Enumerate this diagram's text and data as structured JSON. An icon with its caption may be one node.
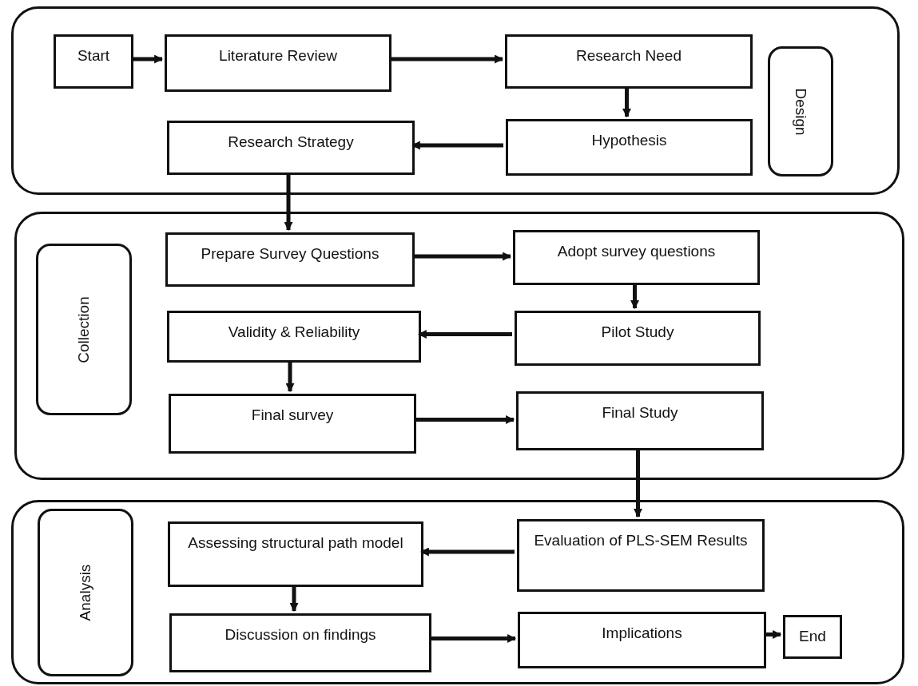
{
  "diagram": {
    "nodes": [
      {
        "text": [],
        "shape": "box"
      },
      {
        "text": [
          "Start"
        ],
        "in": 0
      },
      {
        "text": [
          "Literature Review"
        ],
        "in": 0
      },
      {
        "text": [
          "Research Need"
        ],
        "in": 0
      },
      {
        "text": [
          "Design"
        ],
        "in": 0
      },
      {
        "text": [
          "Research Strategy"
        ],
        "in": 0
      },
      {
        "text": [
          "Hypothesis"
        ],
        "in": 0
      },
      {
        "text": [],
        "shape": "box"
      },
      {
        "text": [
          "Collection"
        ],
        "in": 7
      },
      {
        "text": [
          "Prepare Survey Questions"
        ],
        "in": 7
      },
      {
        "text": [
          "Adopt survey questions"
        ],
        "in": 7
      },
      {
        "text": [
          "Validity & Reliability"
        ],
        "in": 7
      },
      {
        "text": [
          "Pilot Study"
        ],
        "in": 7
      },
      {
        "text": [
          "Final survey"
        ],
        "in": 7
      },
      {
        "text": [
          "Final Study"
        ],
        "in": 7
      },
      {
        "text": [],
        "shape": "box"
      },
      {
        "text": [
          "Analysis"
        ],
        "in": 15
      },
      {
        "text": [
          "Assessing structural path model"
        ],
        "in": 15
      },
      {
        "text": [
          "Evaluation of PLS-SEM Results"
        ],
        "in": 15
      },
      {
        "text": [
          "Discussion on findings"
        ],
        "in": 15
      },
      {
        "text": [
          "Implications"
        ],
        "in": 15
      },
      {
        "text": [
          "End"
        ],
        "in": 15
      }
    ],
    "edges": [
      {
        "from": 1,
        "to": 2,
        "arrow": "to"
      },
      {
        "from": 2,
        "to": 3,
        "arrow": "to"
      },
      {
        "from": 3,
        "to": 6,
        "arrow": "to"
      },
      {
        "from": 6,
        "to": 5,
        "arrow": "to"
      },
      {
        "from": 5,
        "to": 9,
        "arrow": "to"
      },
      {
        "from": 9,
        "to": 10,
        "arrow": "to"
      },
      {
        "from": 10,
        "to": 12,
        "arrow": "to"
      },
      {
        "from": 12,
        "to": 11,
        "arrow": "to"
      },
      {
        "from": 11,
        "to": 13,
        "arrow": "to"
      },
      {
        "from": 13,
        "to": 14,
        "arrow": "to"
      },
      {
        "from": 14,
        "to": 18,
        "arrow": "to"
      },
      {
        "from": 18,
        "to": 17,
        "arrow": "to"
      },
      {
        "from": 17,
        "to": 19,
        "arrow": "to"
      },
      {
        "from": 19,
        "to": 20,
        "arrow": "to"
      },
      {
        "from": 20,
        "to": 21,
        "arrow": "to"
      }
    ]
  }
}
